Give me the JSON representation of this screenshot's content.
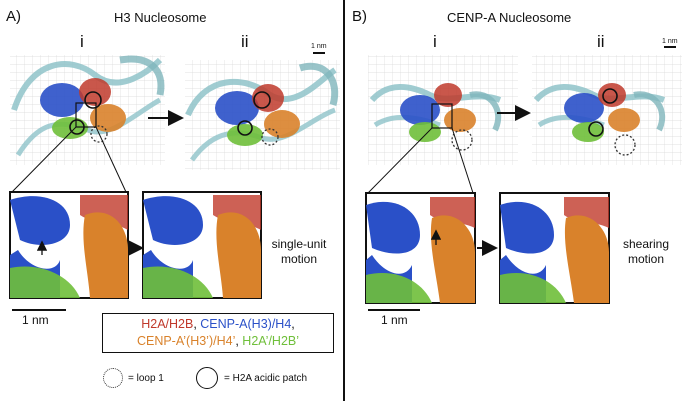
{
  "panelA": {
    "letter": "A)",
    "title": "H3 Nucleosome",
    "states": [
      "i",
      "ii"
    ],
    "scalebar_small": "1 nm",
    "scalebar_large": "1 nm",
    "motion_label": [
      "single-unit",
      "motion"
    ]
  },
  "panelB": {
    "letter": "B)",
    "title": "CENP-A Nucleosome",
    "states": [
      "i",
      "ii"
    ],
    "scalebar_small": "1 nm",
    "scalebar_large": "1 nm",
    "motion_label": [
      "shearing",
      "motion"
    ]
  },
  "legend": {
    "line1": [
      {
        "text": "H2A/H2B",
        "color": "#c0392b"
      },
      {
        "text": ", ",
        "color": "#111111"
      },
      {
        "text": "CENP-A(H3)/H4",
        "color": "#2a50c8"
      },
      {
        "text": ",",
        "color": "#111111"
      }
    ],
    "line2": [
      {
        "text": "CENP-A’(H3’)/H4’",
        "color": "#d9822b"
      },
      {
        "text": ", ",
        "color": "#111111"
      },
      {
        "text": "H2A’/H2B’",
        "color": "#6fbf3a"
      }
    ]
  },
  "symbol_key": {
    "dotted": "= loop 1",
    "solid": "= H2A acidic patch"
  },
  "colors": {
    "red": "#c0392b",
    "blue": "#2a50c8",
    "orange": "#d9822b",
    "green": "#6fbf3a",
    "dna": "#8fc3c9",
    "grid": "#d9d9d9"
  }
}
